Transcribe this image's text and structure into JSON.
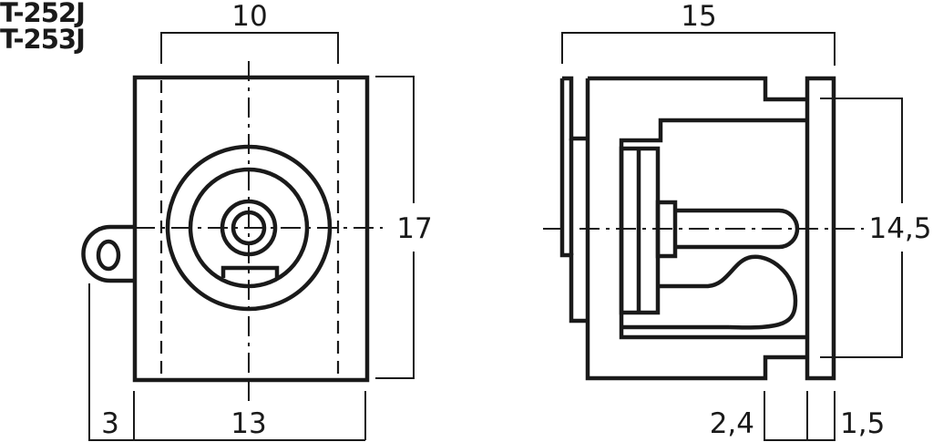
{
  "title": {
    "models": [
      "T-252J",
      "T-253J"
    ]
  },
  "front_view": {
    "dimensions": {
      "top_width": "10",
      "height": "17",
      "bottom_width": "13",
      "tab_width": "3"
    }
  },
  "side_view": {
    "dimensions": {
      "total_length": "15",
      "flange_height": "14,5",
      "step_depth": "2,4",
      "flange_thickness": "1,5"
    }
  },
  "colors": {
    "line": "#1a1a1a",
    "background": "#ffffff"
  }
}
